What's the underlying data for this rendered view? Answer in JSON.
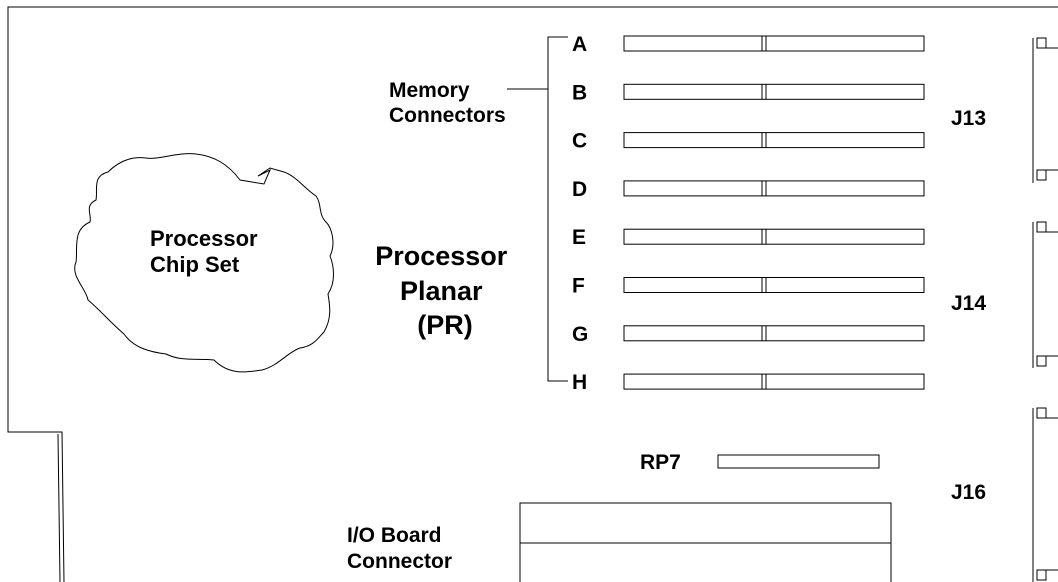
{
  "diagram": {
    "processor_chip_set": [
      "Processor",
      "Chip Set"
    ],
    "processor_planar": [
      "Processor",
      "Planar",
      "(PR)"
    ],
    "memory_connectors": [
      "Memory",
      "Connectors"
    ],
    "slots": [
      {
        "id": "A",
        "label": "A"
      },
      {
        "id": "B",
        "label": "B"
      },
      {
        "id": "C",
        "label": "C"
      },
      {
        "id": "D",
        "label": "D"
      },
      {
        "id": "E",
        "label": "E"
      },
      {
        "id": "F",
        "label": "F"
      },
      {
        "id": "G",
        "label": "G"
      },
      {
        "id": "H",
        "label": "H"
      }
    ],
    "rp7": "RP7",
    "io_board_connector": [
      "I/O Board",
      "Connector"
    ],
    "side_connectors": {
      "j13": "J13",
      "j14": "J14",
      "j16": "J16"
    }
  }
}
